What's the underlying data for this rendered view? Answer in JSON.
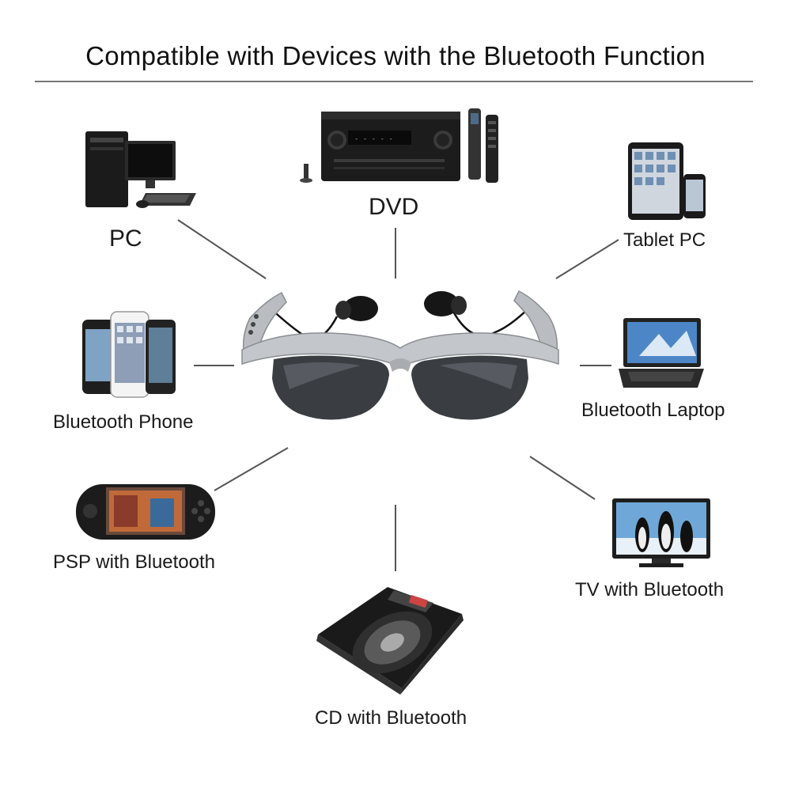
{
  "title": "Compatible with Devices with the Bluetooth Function",
  "devices": {
    "pc": {
      "label": "PC",
      "icon": "desktop-computer-icon"
    },
    "dvd": {
      "label": "DVD",
      "icon": "av-receiver-icon"
    },
    "tablet": {
      "label": "Tablet PC",
      "icon": "tablet-icon"
    },
    "phone": {
      "label": "Bluetooth Phone",
      "icon": "smartphone-icon"
    },
    "laptop": {
      "label": "Bluetooth Laptop",
      "icon": "laptop-icon"
    },
    "psp": {
      "label": "PSP with Bluetooth",
      "icon": "handheld-console-icon"
    },
    "tv": {
      "label": "TV with Bluetooth",
      "icon": "television-icon"
    },
    "cd": {
      "label": "CD with Bluetooth",
      "icon": "cd-player-icon"
    }
  },
  "product": {
    "icon": "bluetooth-sunglasses-icon"
  },
  "colors": {
    "line": "#555555",
    "frame": "#b9bcc0",
    "lens": "#3a3d42"
  }
}
